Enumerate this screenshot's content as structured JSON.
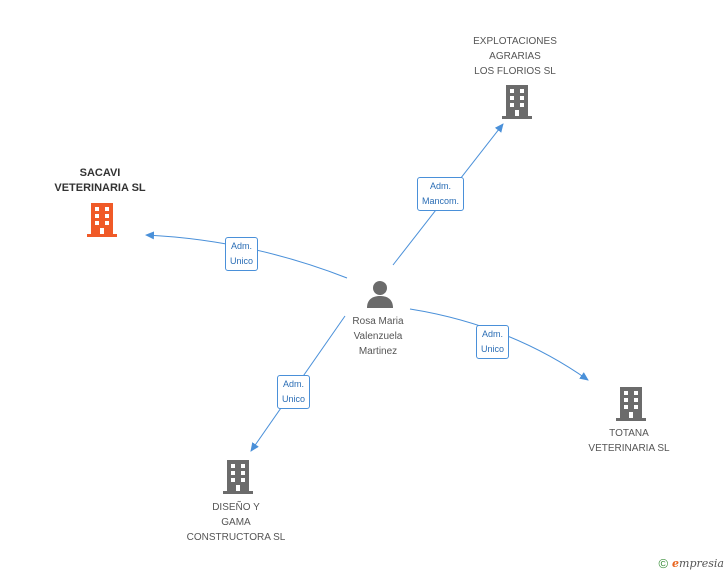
{
  "colors": {
    "edge": "#4a90d9",
    "company": "#6b6b6b",
    "company_highlight": "#f05a28",
    "person": "#6b6b6b"
  },
  "person": {
    "icon": "person-icon",
    "name_lines": [
      "Rosa Maria",
      "Valenzuela",
      "Martinez"
    ]
  },
  "companies": [
    {
      "id": "explotaciones",
      "icon": "building-icon",
      "highlight": false,
      "name_lines": [
        "EXPLOTACIONES",
        "AGRARIAS",
        "LOS FLORIOS SL"
      ]
    },
    {
      "id": "sacavi",
      "icon": "building-icon",
      "highlight": true,
      "name_lines": [
        "SACAVI",
        "VETERINARIA SL"
      ]
    },
    {
      "id": "totana",
      "icon": "building-icon",
      "highlight": false,
      "name_lines": [
        "TOTANA",
        "VETERINARIA SL"
      ]
    },
    {
      "id": "diseno",
      "icon": "building-icon",
      "highlight": false,
      "name_lines": [
        "DISEÑO Y",
        "GAMA",
        "CONSTRUCTORA SL"
      ]
    }
  ],
  "relations": [
    {
      "target": "explotaciones",
      "label_lines": [
        "Adm.",
        "Mancom."
      ]
    },
    {
      "target": "sacavi",
      "label_lines": [
        "Adm.",
        "Unico"
      ]
    },
    {
      "target": "totana",
      "label_lines": [
        "Adm.",
        "Unico"
      ]
    },
    {
      "target": "diseno",
      "label_lines": [
        "Adm.",
        "Unico"
      ]
    }
  ],
  "watermark": {
    "copyright": "©",
    "brand_initial": "e",
    "brand_rest": "mpresia"
  }
}
